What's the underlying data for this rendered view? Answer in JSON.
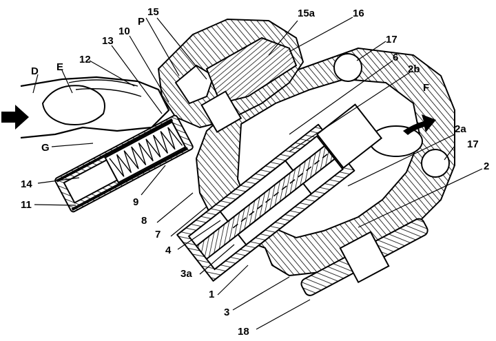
{
  "labels": {
    "l1": "1",
    "l2": "2",
    "l2a": "2a",
    "l2b": "2b",
    "l3": "3",
    "l3a": "3a",
    "l4": "4",
    "l6": "6",
    "l7": "7",
    "l8": "8",
    "l9": "9",
    "l10": "10",
    "l11": "11",
    "l12": "12",
    "l13": "13",
    "l14": "14",
    "l15": "15",
    "l15a": "15a",
    "l16": "16",
    "l17a": "17",
    "l17b": "17",
    "l18": "18",
    "lP": "P",
    "lD": "D",
    "lE": "E",
    "lF": "F",
    "lG": "G"
  }
}
